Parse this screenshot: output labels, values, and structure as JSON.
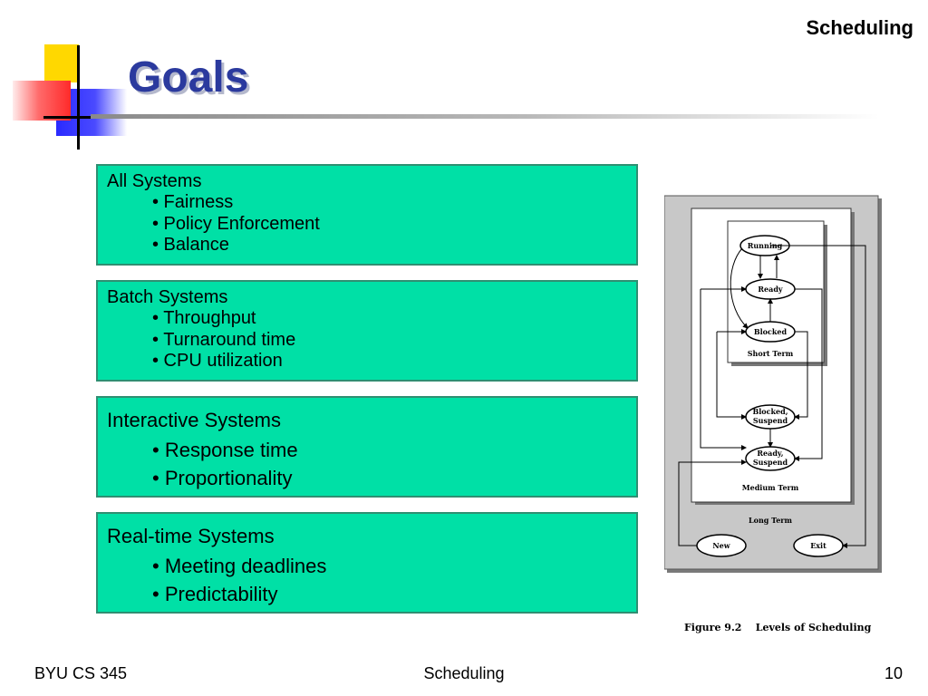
{
  "header": {
    "corner_title": "Scheduling"
  },
  "slide": {
    "title": "Goals"
  },
  "boxes": [
    {
      "heading": "All Systems",
      "items": [
        "• Fairness",
        "• Policy Enforcement",
        "• Balance"
      ]
    },
    {
      "heading": "Batch Systems",
      "items": [
        "• Throughput",
        "• Turnaround time",
        "• CPU utilization"
      ]
    },
    {
      "heading": "Interactive Systems",
      "items": [
        "• Response time",
        "• Proportionality"
      ]
    },
    {
      "heading": "Real-time Systems",
      "items": [
        "• Meeting deadlines",
        "• Predictability"
      ]
    }
  ],
  "figure": {
    "states": {
      "running": "Running",
      "ready": "Ready",
      "blocked": "Blocked",
      "blocked_suspend_1": "Blocked,",
      "blocked_suspend_2": "Suspend",
      "ready_suspend_1": "Ready,",
      "ready_suspend_2": "Suspend",
      "new": "New",
      "exit": "Exit"
    },
    "levels": {
      "short": "Short Term",
      "medium": "Medium Term",
      "long": "Long Term"
    },
    "caption": "Figure 9.2    Levels of Scheduling"
  },
  "footer": {
    "left": "BYU CS 345",
    "center": "Scheduling",
    "right": "10"
  }
}
